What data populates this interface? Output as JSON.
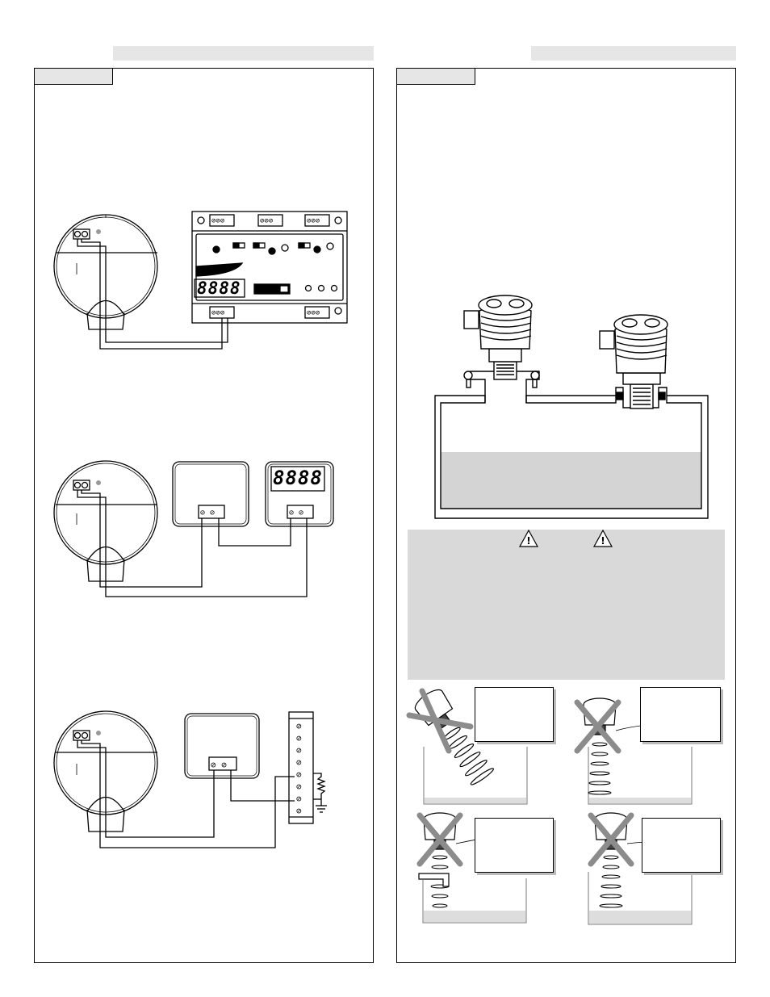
{
  "page": {
    "left_header_text": "",
    "right_header_text": "",
    "left_tab_label": "",
    "right_tab_label": ""
  },
  "left_panel": {
    "diagrams": [
      {
        "name": "sensor-to-controller",
        "display_digits": "8888"
      },
      {
        "name": "sensor-to-power-and-display",
        "display_digits": "8888"
      },
      {
        "name": "sensor-to-power-and-terminal-strip"
      }
    ]
  },
  "right_panel": {
    "tank_diagram": {
      "liquid_color": "#d4d4d4"
    },
    "warning_icons": [
      "warning-triangle-icon",
      "warning-triangle-icon"
    ],
    "bad_installations": [
      {
        "name": "tilted-sensor",
        "mark": "cross"
      },
      {
        "name": "sensor-in-nozzle",
        "mark": "cross"
      },
      {
        "name": "sensor-over-obstruction",
        "mark": "cross"
      },
      {
        "name": "sensor-near-wall",
        "mark": "cross"
      }
    ]
  },
  "colors": {
    "header_gray": "#e6e6e6",
    "warning_gray": "#d9d9d9",
    "cross_gray": "#8c8c8c"
  }
}
